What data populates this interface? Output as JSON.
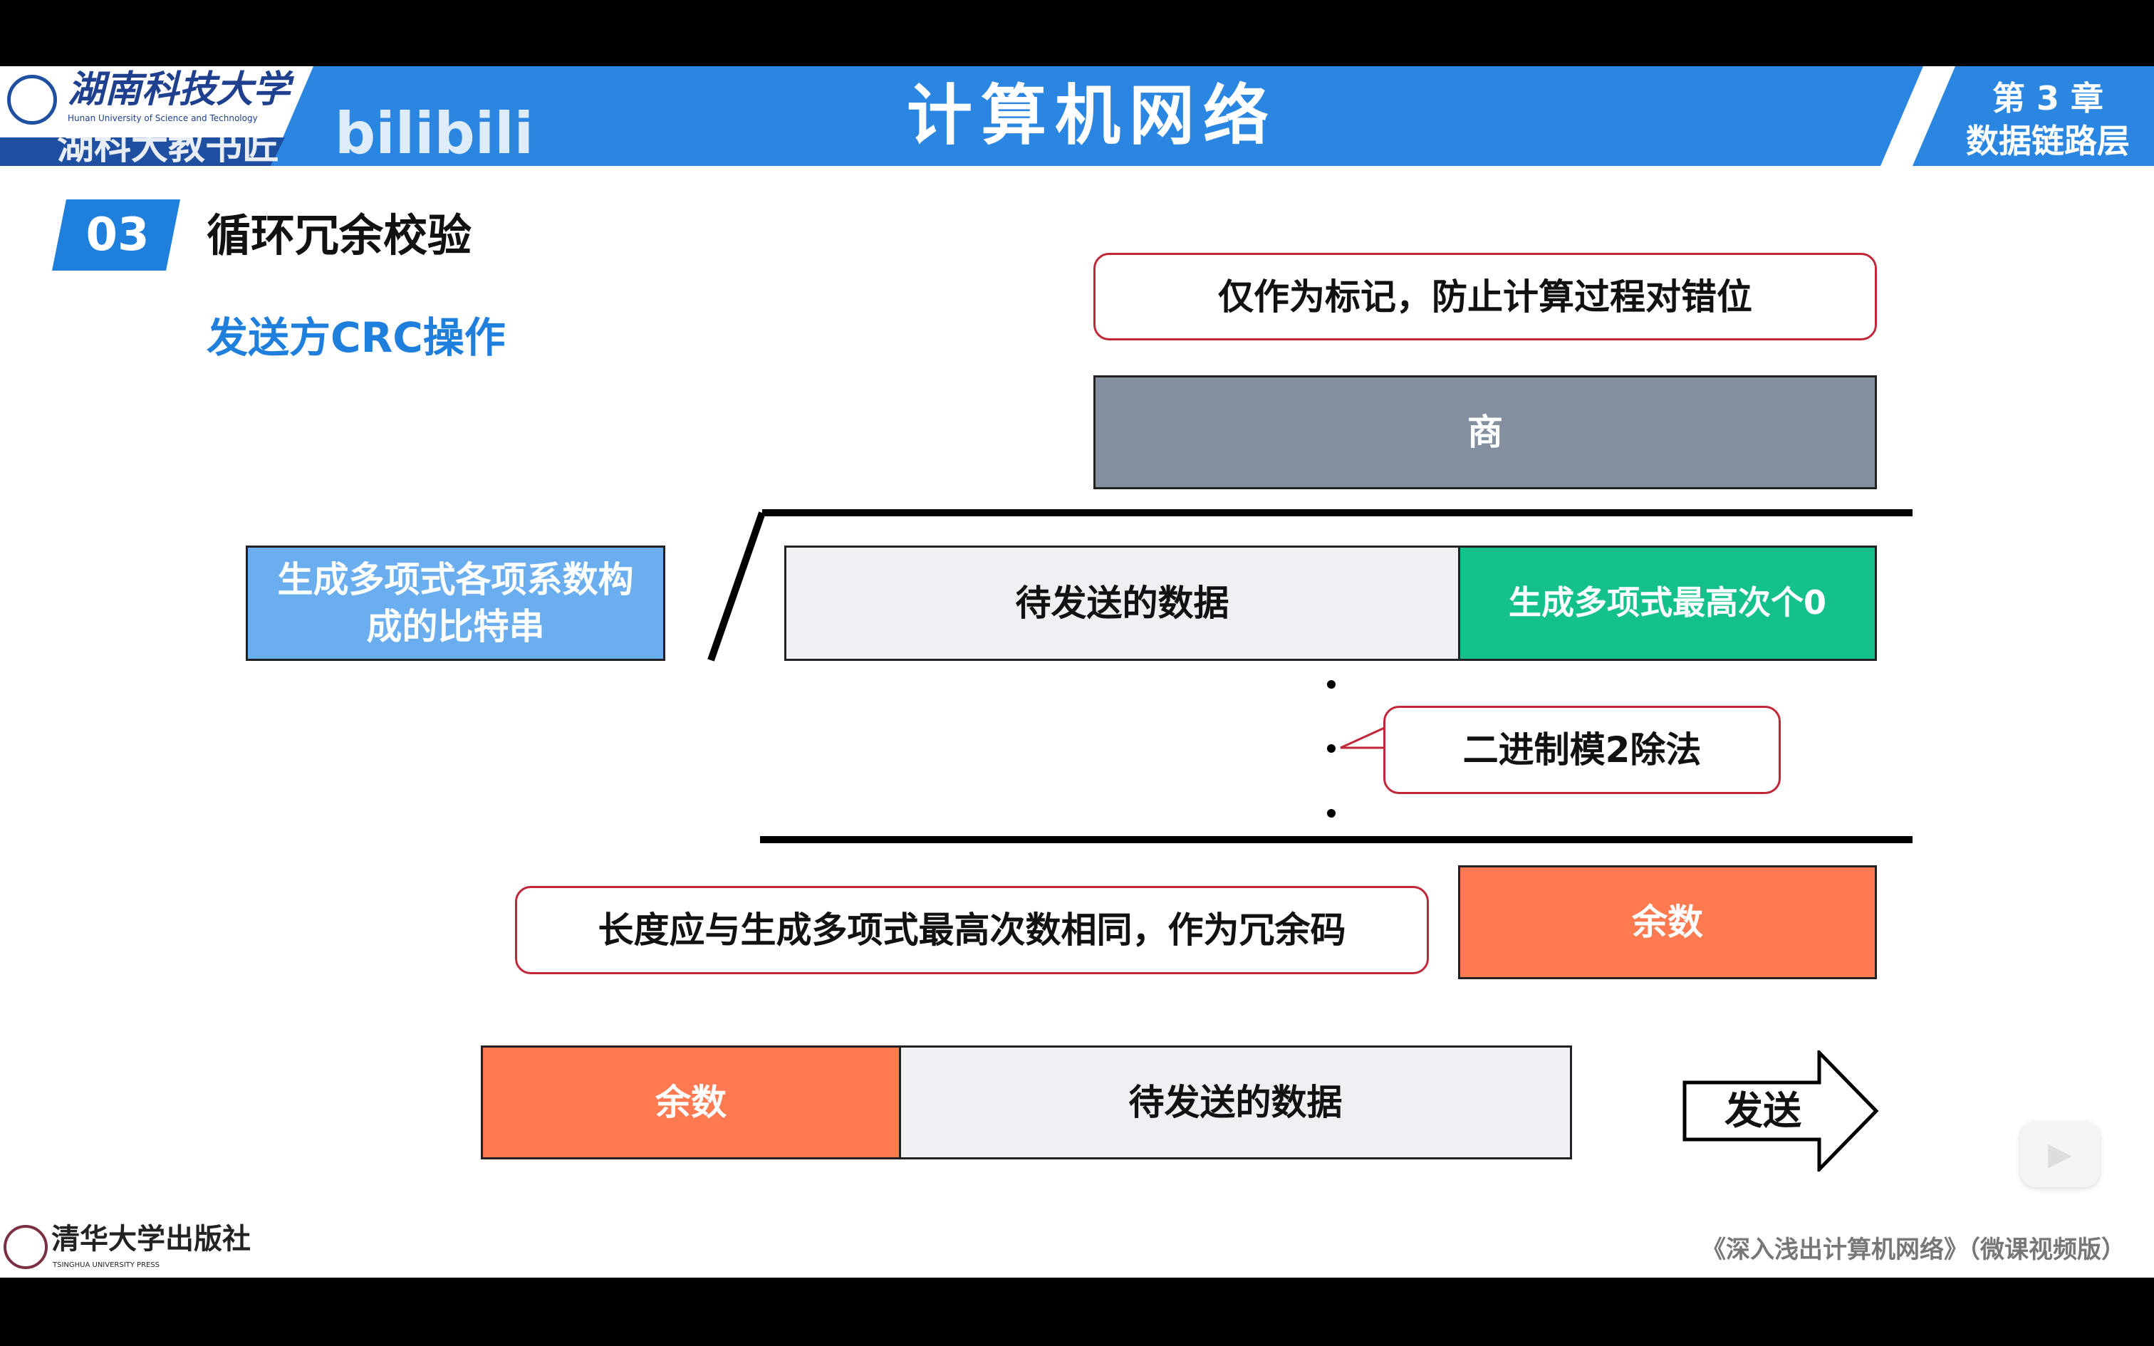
{
  "header": {
    "title": "计算机网络",
    "chapter": "第 3 章",
    "chapter_name": "数据链路层",
    "university": "湖南科技大学",
    "university_en": "Hunan University of Science and Technology",
    "watermark": "湖科大教书匠",
    "bilibili": "bilibili"
  },
  "section": {
    "number": "03",
    "title": "循环冗余校验",
    "subtitle": "发送方CRC操作"
  },
  "diagram": {
    "callout_mark": "仅作为标记，防止计算过程对错位",
    "quotient": "商",
    "divisor": "生成多项式各项系数构成的比特串",
    "data": "待发送的数据",
    "zeros": "生成多项式最高次个0",
    "callout_div": "二进制模2除法",
    "callout_remainder": "长度应与生成多项式最高次数相同，作为冗余码",
    "remainder": "余数",
    "frame_remainder": "余数",
    "frame_data": "待发送的数据",
    "send": "发送"
  },
  "footer": {
    "publisher": "清华大学出版社",
    "publisher_en": "TSINGHUA UNIVERSITY PRESS",
    "book": "《深入浅出计算机网络》（微课视频版）"
  },
  "colors": {
    "header": "#2a86e0",
    "quotient": "#8490a0",
    "divisor": "#6aaef0",
    "zeros": "#14c08c",
    "remainder": "#ff7a50",
    "callout_border": "#c0283a"
  }
}
